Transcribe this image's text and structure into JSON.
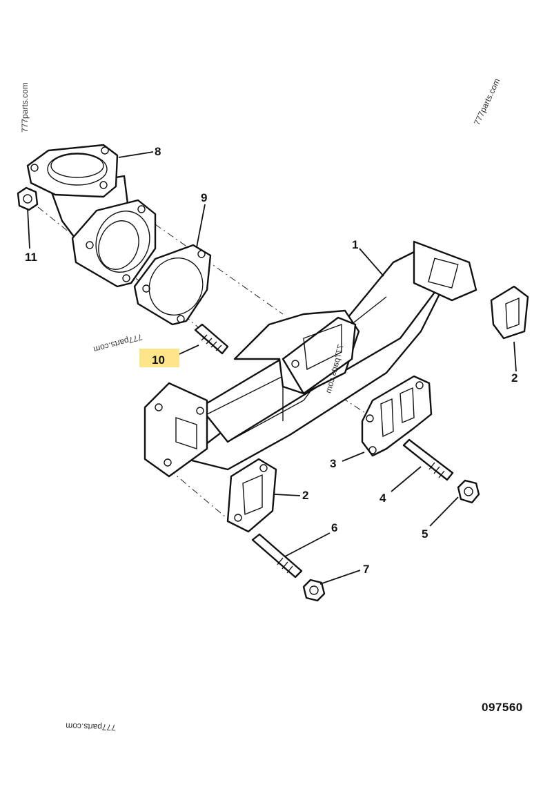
{
  "callouts": {
    "c1": "1",
    "c2a": "2",
    "c2b": "2",
    "c3": "3",
    "c4": "4",
    "c5": "5",
    "c6": "6",
    "c7": "7",
    "c8": "8",
    "c9": "9",
    "c10": "10",
    "c11": "11"
  },
  "highlighted_callout": "10",
  "highlight_color": "#ffe58a",
  "drawing_number": "097560",
  "watermark": "777parts.com"
}
